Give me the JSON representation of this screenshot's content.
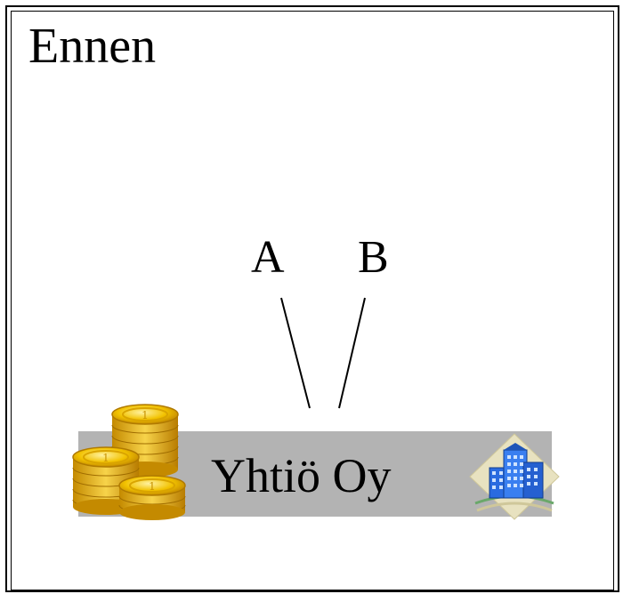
{
  "title": "Ennen",
  "owners": [
    {
      "label": "A"
    },
    {
      "label": "B"
    }
  ],
  "company": {
    "label": "Yhtiö Oy",
    "box_color": "#b3b3b3"
  },
  "icons": {
    "left": "coin-stack-icon",
    "right": "office-building-icon"
  },
  "colors": {
    "coin_gold": "#f2c200",
    "coin_dark": "#c48a00",
    "building_blue": "#2a6be0",
    "building_bg": "#e8e2c0"
  }
}
